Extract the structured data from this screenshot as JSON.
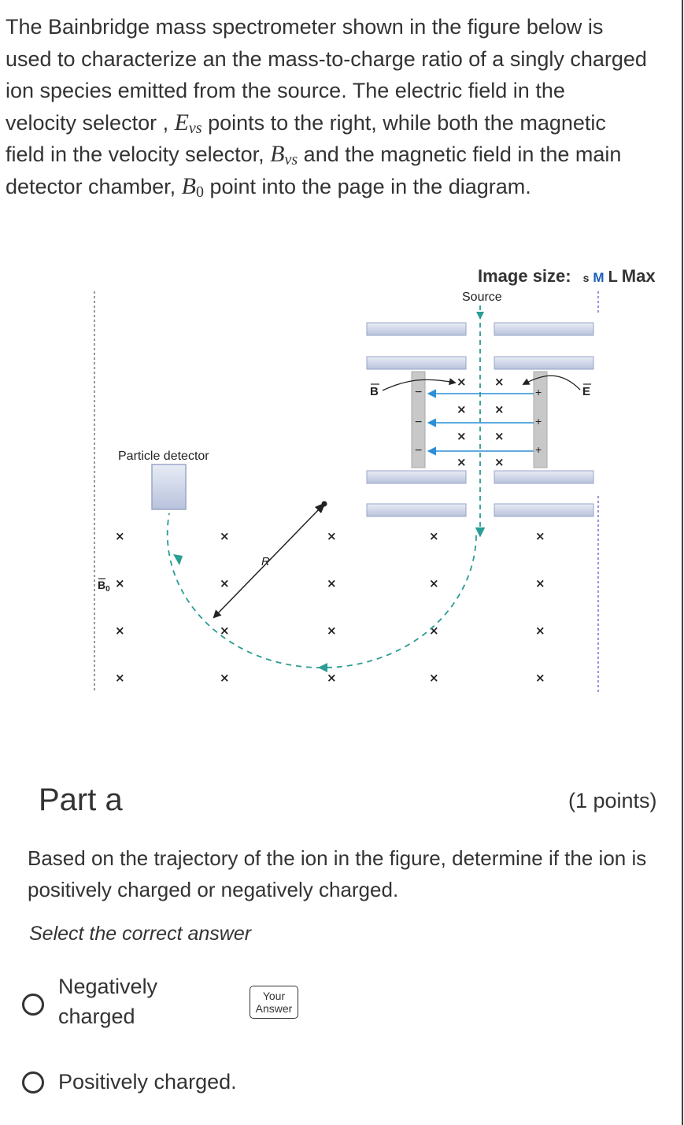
{
  "intro": {
    "line1": "The Bainbridge mass spectrometer shown in the figure below is",
    "line2": "used to characterize an the mass-to-charge ratio of a singly charged",
    "line3": "ion species emitted from the source.  The electric field in the",
    "line4a": "velocity selector , ",
    "e_sym": "E",
    "e_sub": "vs",
    "line4b": " points to the right, while both the magnetic",
    "line5a": "field in the velocity selector, ",
    "b_sym": "B",
    "b_sub": "vs",
    "line5b": " and the magnetic field in the main",
    "line6a": "detector chamber, ",
    "b0_sym": "B",
    "b0_sub": "0",
    "line6b": " point into the page in the diagram."
  },
  "image_size": {
    "label": "Image size:",
    "options": [
      "s",
      "M",
      "L",
      "Max"
    ],
    "selected": "M"
  },
  "figure": {
    "source_label": "Source",
    "particle_detector_label": "Particle detector",
    "b_label": "B",
    "e_label": "E",
    "b0_label": "B",
    "b0_sub": "0",
    "radius_label": "R",
    "field_symbol": "×",
    "plus_sign": "+",
    "minus_sign": "−"
  },
  "part": {
    "title": "Part a",
    "points": "(1 points)",
    "question": "Based on the trajectory of the ion in the figure, determine if the ion is positively charged or negatively charged.",
    "select_hint": "Select the correct answer"
  },
  "options": [
    {
      "label": "Negatively charged",
      "selected": false
    },
    {
      "label": "Positively charged.",
      "selected": false
    }
  ],
  "badge": {
    "line1": "Your",
    "line2": "Answer"
  },
  "colors": {
    "accent": "#1a5fb4",
    "trajectory": "#2a9d94",
    "field_arrow": "#2a8fd8",
    "plate": "#c8d0e4"
  }
}
